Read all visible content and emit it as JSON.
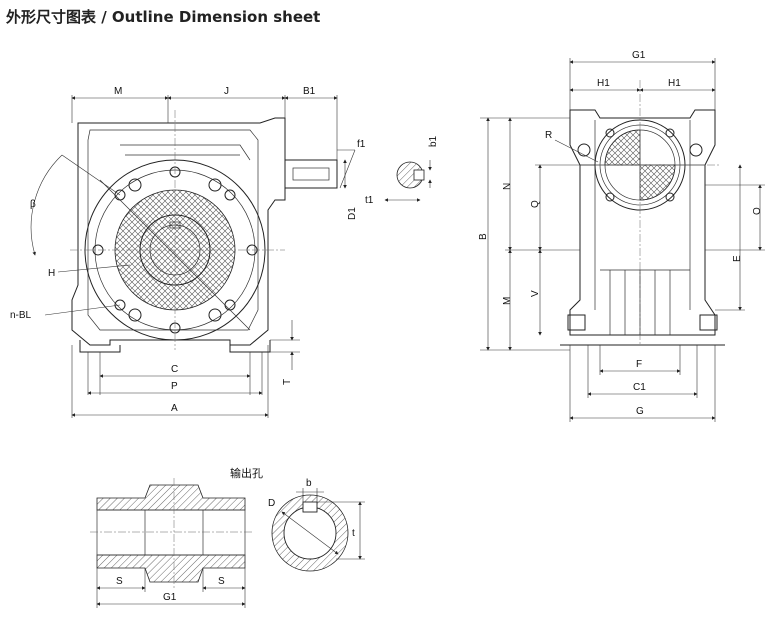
{
  "title": "外形尺寸图表 / Outline Dimension sheet",
  "front_view": {
    "labels": {
      "M": "M",
      "J": "J",
      "B1": "B1",
      "f1": "f1",
      "b1": "b1",
      "t1": "t1",
      "D1": "D1",
      "beta": "β",
      "H": "H",
      "nBL": "n-BL",
      "C": "C",
      "P": "P",
      "A": "A",
      "T": "T"
    }
  },
  "side_view": {
    "labels": {
      "G1": "G1",
      "H1a": "H1",
      "H1b": "H1",
      "R": "R",
      "B": "B",
      "N": "N",
      "Q": "Q",
      "O": "O",
      "E": "E",
      "M": "M",
      "V": "V",
      "F": "F",
      "C1": "C1",
      "G": "G"
    }
  },
  "output_hole": {
    "title": "输出孔",
    "labels": {
      "b": "b",
      "D": "D",
      "t": "t",
      "S1": "S",
      "S2": "S",
      "G1": "G1"
    }
  }
}
